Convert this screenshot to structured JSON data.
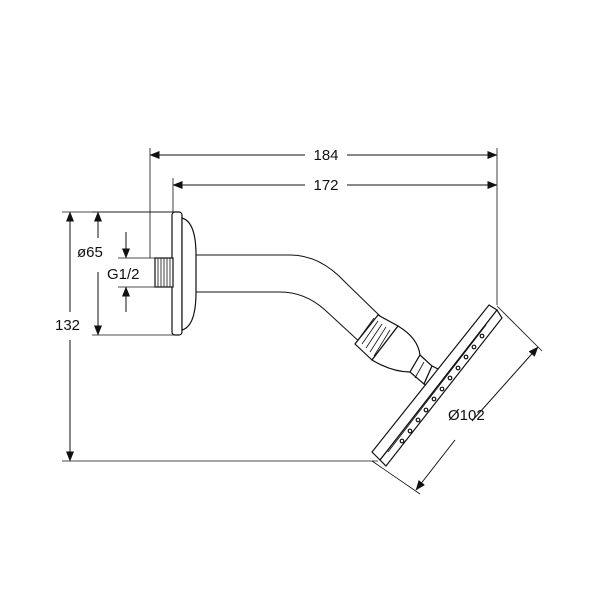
{
  "drawing": {
    "dimensions": {
      "overall_length": "184",
      "arm_length": "172",
      "flange_diameter": "ø65",
      "thread": "G1/2",
      "height": "132",
      "head_diameter": "Ø102"
    }
  },
  "colors": {
    "line": "#111111",
    "background": "#ffffff"
  }
}
